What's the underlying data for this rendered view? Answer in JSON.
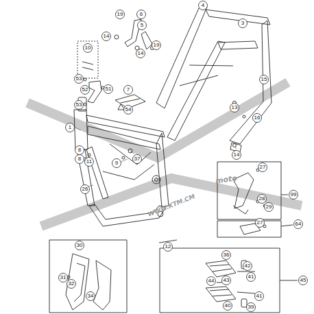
{
  "diagram": {
    "labels": [
      "19",
      "6",
      "4",
      "3",
      "14",
      "5",
      "19",
      "14",
      "15",
      "10",
      "53",
      "52",
      "51",
      "53",
      "7",
      "54",
      "13",
      "16",
      "1",
      "8",
      "11",
      "8",
      "9",
      "37",
      "14",
      "26",
      "27",
      "99",
      "28",
      "29",
      "27",
      "64",
      "12",
      "30",
      "31",
      "32",
      "34",
      "36",
      "42",
      "43",
      "44",
      "41",
      "45",
      "40",
      "39",
      "41",
      "moto",
      "WWW.KTM.CM"
    ]
  }
}
